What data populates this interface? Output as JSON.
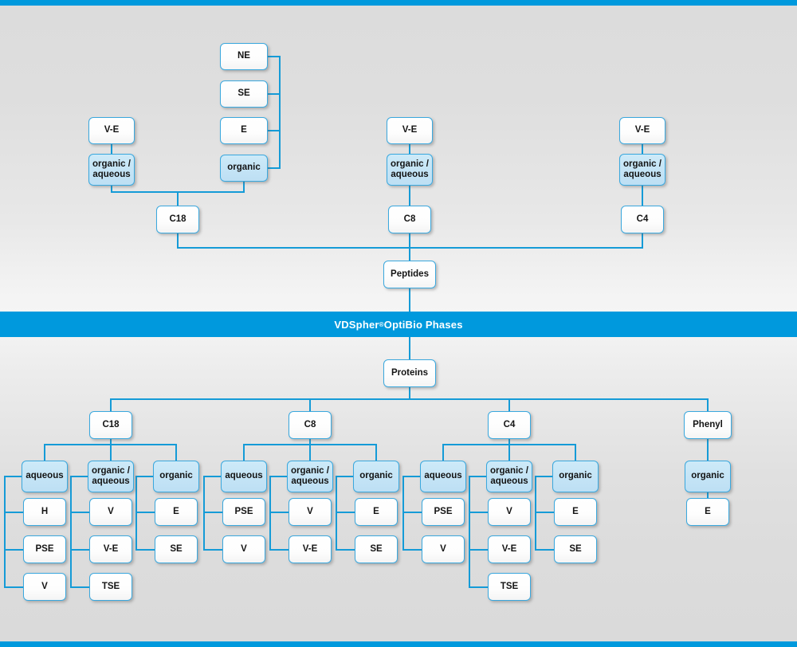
{
  "meta": {
    "title": "VDSpher OptiBio Phases selection chart",
    "accent_color": "#0099dd",
    "line_color": "#159bd7",
    "box_blue_fill": "#c2e4f6",
    "box_white_fill": "#ffffff",
    "background_top": "#dcdcdc",
    "background_mid": "#f5f5f5"
  },
  "banner": {
    "brand": "VDSpher",
    "registered": "®",
    "product": " OptiBio Phases"
  },
  "peptides": {
    "root_label": "Peptides",
    "columns": [
      {
        "id": "c18",
        "phase_label": "C18",
        "modifiers": [
          {
            "id": "c18-org-aq",
            "label_line1": "organic /",
            "label_line2": "aqueous",
            "style": "blue",
            "top_label": "V-E",
            "children": []
          },
          {
            "id": "c18-org",
            "label_line1": "organic",
            "label_line2": "",
            "style": "blue",
            "top_label": "",
            "children": [
              "NE",
              "SE",
              "E"
            ]
          }
        ]
      },
      {
        "id": "c8",
        "phase_label": "C8",
        "modifiers": [
          {
            "id": "c8-org-aq",
            "label_line1": "organic /",
            "label_line2": "aqueous",
            "style": "blue",
            "top_label": "V-E",
            "children": []
          }
        ]
      },
      {
        "id": "c4",
        "phase_label": "C4",
        "modifiers": [
          {
            "id": "c4-org-aq",
            "label_line1": "organic /",
            "label_line2": "aqueous",
            "style": "blue",
            "top_label": "V-E",
            "children": []
          }
        ]
      }
    ]
  },
  "proteins": {
    "root_label": "Proteins",
    "columns": [
      {
        "id": "p-c18",
        "phase_label": "C18",
        "groups": [
          {
            "id": "p-c18-aq",
            "label_line1": "aqueous",
            "label_line2": "",
            "items": [
              "H",
              "PSE",
              "V"
            ]
          },
          {
            "id": "p-c18-org-aq",
            "label_line1": "organic /",
            "label_line2": "aqueous",
            "items": [
              "V",
              "V-E",
              "TSE"
            ]
          },
          {
            "id": "p-c18-org",
            "label_line1": "organic",
            "label_line2": "",
            "items": [
              "E",
              "SE"
            ]
          }
        ]
      },
      {
        "id": "p-c8",
        "phase_label": "C8",
        "groups": [
          {
            "id": "p-c8-aq",
            "label_line1": "aqueous",
            "label_line2": "",
            "items": [
              "PSE",
              "V"
            ]
          },
          {
            "id": "p-c8-org-aq",
            "label_line1": "organic /",
            "label_line2": "aqueous",
            "items": [
              "V",
              "V-E"
            ]
          },
          {
            "id": "p-c8-org",
            "label_line1": "organic",
            "label_line2": "",
            "items": [
              "E",
              "SE"
            ]
          }
        ]
      },
      {
        "id": "p-c4",
        "phase_label": "C4",
        "groups": [
          {
            "id": "p-c4-aq",
            "label_line1": "aqueous",
            "label_line2": "",
            "items": [
              "PSE",
              "V"
            ]
          },
          {
            "id": "p-c4-org-aq",
            "label_line1": "organic /",
            "label_line2": "aqueous",
            "items": [
              "V",
              "V-E",
              "TSE"
            ]
          },
          {
            "id": "p-c4-org",
            "label_line1": "organic",
            "label_line2": "",
            "items": [
              "E",
              "SE"
            ]
          }
        ]
      },
      {
        "id": "p-phenyl",
        "phase_label": "Phenyl",
        "groups": [
          {
            "id": "p-phenyl-org",
            "label_line1": "organic",
            "label_line2": "",
            "items": [
              "E"
            ]
          }
        ]
      }
    ]
  }
}
